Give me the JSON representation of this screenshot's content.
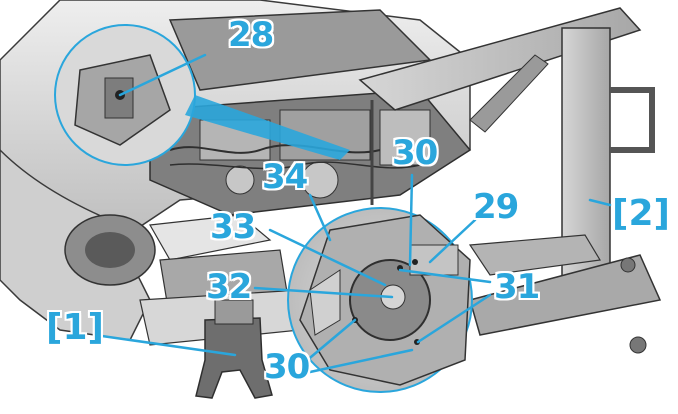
{
  "labels": {
    "l28": "28",
    "l30a": "30",
    "l34": "34",
    "l29": "29",
    "l2": "[2]",
    "l33": "33",
    "l32": "32",
    "l31": "31",
    "l1": "[1]",
    "l30b": "30"
  },
  "colors": {
    "callout": "#2aa6dc",
    "line": "#2aa6dc",
    "drawing": "#3a3a3a",
    "background": "#ffffff"
  }
}
